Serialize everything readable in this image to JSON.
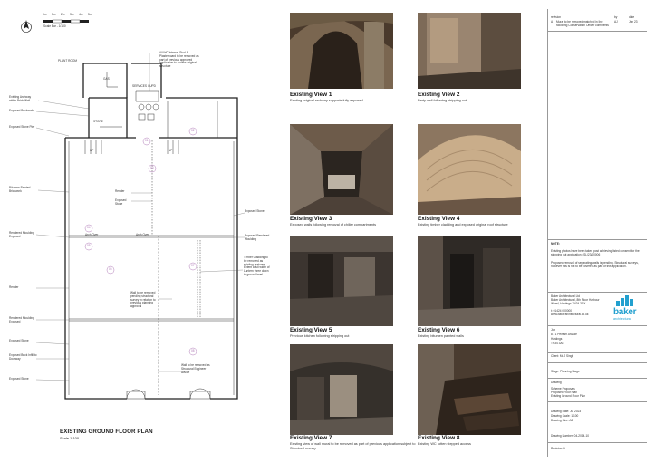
{
  "scale_bar": {
    "label": "Scale Bar - 1/100",
    "ticks": [
      "0m",
      "1m",
      "2m",
      "3m",
      "4m",
      "5m"
    ]
  },
  "plan": {
    "title": "EXISTING GROUND FLOOR PLAN",
    "scale": "Scale 1:100",
    "labels": {
      "plant_room": "PLANT ROOM",
      "services": "SERVICES CUPD",
      "store": "STORE",
      "arch_over_1": "Arch Over",
      "arch_over_2": "Arch Over",
      "up_1": "UP",
      "up_2": "UP",
      "gas": "GAS"
    },
    "notes": {
      "wc_note": "All WC Internal Stud & Plasterboard to be removed as part of previous approved application to access original structure",
      "archway": "Existing Archway within Brick Wall",
      "exposed_brickwork": "Exposed Brickwork",
      "exposed_stone_pier": "Exposed Stone Pier",
      "bitumen": "Bitumen Painted Brickwork",
      "render_1": "Render",
      "exposed_stone_1": "Exposed Stone",
      "rendered_moulding_left": "Rendered Moulding Exposed",
      "render_left": "Render",
      "exposed_stone_right": "Exposed Stone",
      "rendered_moulding_right": "Exposed Rendered Moulding",
      "timber_cladding": "Timber Cladding to be removed as existing features. Extent a full width of Lantern three down to ground level",
      "wall_removed": "Wall to be removed pending structural survey in relation to previous planning approval",
      "rendered_moulding_exposed": "Rendered Moulding Exposed",
      "exposed_stone_left": "Exposed Stone",
      "exposed_brick_infill": "Exposed Brick Infill to Doorway",
      "exposed_stone_bottom": "Exposed Stone",
      "wall_removed_engineer": "Wall to be removed as Structural Engineer advice"
    },
    "view_markers": [
      "01",
      "02",
      "03",
      "04",
      "05",
      "06",
      "07",
      "08"
    ]
  },
  "views": [
    {
      "title": "Existing View 1",
      "desc": "Existing original archway supports fully exposed"
    },
    {
      "title": "Existing View 2",
      "desc": "Party wall following stripping out"
    },
    {
      "title": "Existing View 3",
      "desc": "Exposed walls following removal of chiller compartments"
    },
    {
      "title": "Existing View 4",
      "desc": "Existing timber cladding and exposed original roof structure"
    },
    {
      "title": "Existing View 5",
      "desc": "Previous kitchen following stripping out"
    },
    {
      "title": "Existing View 6",
      "desc": "Existing bitumen painted walls"
    },
    {
      "title": "Existing View 7",
      "desc": "Existing view of wall mural to be removed as part of previous application subject to Structural survey"
    },
    {
      "title": "Existing View 8",
      "desc": "Existing WC rotten stepped access"
    }
  ],
  "title_block": {
    "rev_head": [
      "revision",
      "by",
      "date"
    ],
    "rev_row": [
      "A",
      "Mural to be removed matched in line following Conservation Officer comments",
      "AJ",
      "Jun 23"
    ],
    "note_head": "NOTE:",
    "note_1": "Existing photos have been taken post achieving listed consent for the stripping out application 4SL/23/00006",
    "note_2": "Proposed removal of separating walls is pending. Structural surveys, however this is not to be covered as part of this application.",
    "company_name": "Baker Architectural Ltd",
    "company_addr": "Baker Architectural, 8th Floor Harbour Wharf, Hastings TN34 3DX",
    "company_tel": "t: 01424 000000",
    "company_web": "www.bakerarchitectural.co.uk",
    "logo_word": "baker",
    "logo_sub": "architectural",
    "job_head": "Job",
    "job_1": "8 - 1 Pelham Arcade",
    "job_2": "Hastings",
    "job_3": "TN34 3AE",
    "client": "Client: Mr J Singh",
    "stage": "Stage: Planning Stage",
    "drawing_head": "Drawing",
    "drawing_1": "Scheme Proposals",
    "drawing_2": "Proposed Floor Plan",
    "drawing_3": "Existing Ground Floor Plan",
    "date": "Drawing Date: Jul 2023",
    "scale": "Drawing Scale: 1:100",
    "size": "Drawing Size: A3",
    "number": "Drawing Number: 04-2014-10",
    "revision": "Revision: A"
  },
  "colors": {
    "accent": "#22a0cf",
    "marker": "#b07ab7"
  }
}
